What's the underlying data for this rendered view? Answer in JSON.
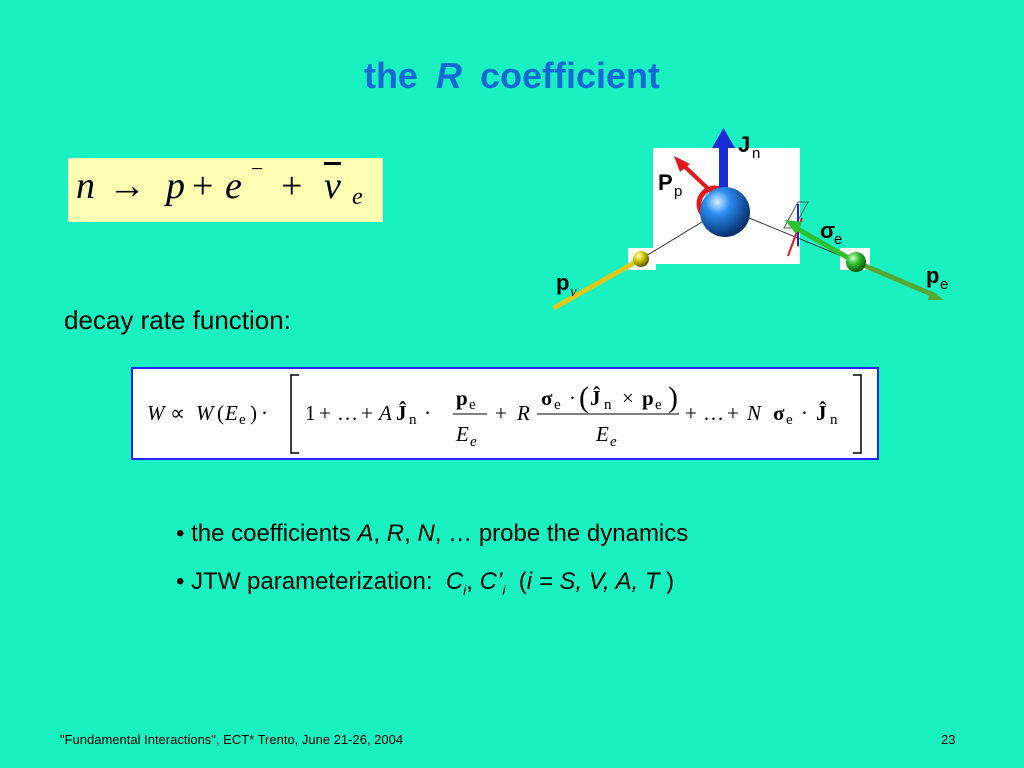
{
  "slide": {
    "title_pre": "the",
    "title_var": "R",
    "title_post": "coefficient",
    "decay_label": "decay rate function:",
    "footer": "\"Fundamental Interactions\", ECT* Trento, June 21-26, 2004",
    "page_number": "23"
  },
  "reaction": {
    "n": "n",
    "arrow": "→",
    "p": "p",
    "plus1": "+",
    "e": "e",
    "e_charge": "−",
    "plus2": "+",
    "nu": "ν",
    "nu_sub": "e"
  },
  "diagram": {
    "Jn_main": "J",
    "Jn_sub": "n",
    "Pp_main": "P",
    "Pp_sub": "p",
    "sigma_main": "σ",
    "sigma_sub": "e",
    "pe_main": "p",
    "pe_sub": "e",
    "pnu_main": "p",
    "pnu_sub": "ν",
    "colors": {
      "neutron": "#1a73d8",
      "spin_arrow": "#0000ff",
      "proton_arrow": "#e01a1a",
      "electron": "#2fbf2f",
      "electron_arrow": "#55a832",
      "neutrino": "#d4c80a",
      "neutrino_arrow": "#e0c818"
    }
  },
  "formula": {
    "W": "W",
    "propto": "∝",
    "WE": "W",
    "lparen": "(",
    "E": "E",
    "e_sub": "e",
    "rparen": ")",
    "cdot": "·",
    "one": "1",
    "plus": "+",
    "dots": "…",
    "A": "A",
    "J": "Ĵ",
    "n_sub": "n",
    "p_bold": "p",
    "R": "R",
    "sigma": "σ",
    "times": "×",
    "N": "N"
  },
  "bullets": [
    {
      "bullet": "•",
      "text1": "the coefficients",
      "A": "A",
      "sep1": ",",
      "R": "R",
      "sep2": ",",
      "N": "N",
      "sep3": ", …",
      "text2": "probe the dynamics"
    },
    {
      "bullet": "•",
      "text1": "JTW parameterization:",
      "C": "C",
      "i1": "i",
      "comma": ",",
      "Cp": "C’",
      "i2": "i",
      "paren": "(",
      "iv": "i = S, V, A, T",
      "paren_close": ")"
    }
  ]
}
